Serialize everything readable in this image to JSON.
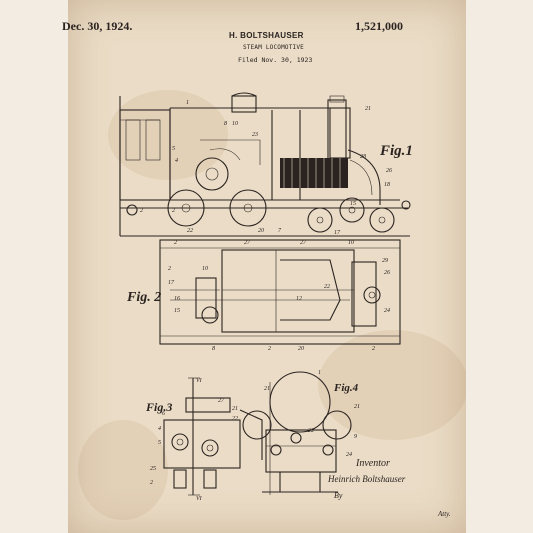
{
  "header": {
    "date": "Dec. 30, 1924.",
    "inventor": "H. BOLTSHAUSER",
    "title": "STEAM LOCOMOTIVE",
    "patent_number": "1,521,000",
    "filed": "Filed Nov. 30, 1923"
  },
  "figures": {
    "fig1": "Fig.1",
    "fig2": "Fig. 2",
    "fig3": "Fig.3",
    "fig4": "Fig.4"
  },
  "signature": {
    "label": "Inventor",
    "name": "Heinrich Boltshauser",
    "by": "By",
    "attorney": "Atty."
  },
  "colors": {
    "paper": "#eadcc6",
    "ink": "#2a2320",
    "margin": "#f3ece2"
  }
}
